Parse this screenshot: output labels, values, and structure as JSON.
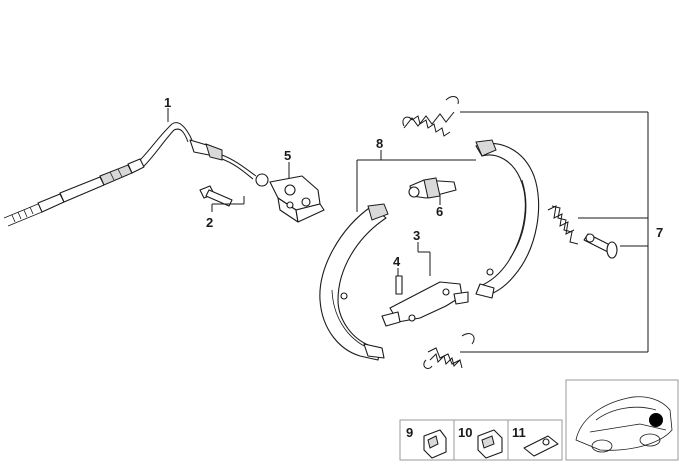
{
  "diagram": {
    "callouts": {
      "c1": "1",
      "c2": "2",
      "c3": "3",
      "c4": "4",
      "c5": "5",
      "c6": "6",
      "c7": "7",
      "c8": "8",
      "c9": "9",
      "c10": "10",
      "c11": "11"
    }
  },
  "colors": {
    "line": "#1a1a1a",
    "shade": "#d9d9d9",
    "box_border": "#9a9a9a"
  }
}
